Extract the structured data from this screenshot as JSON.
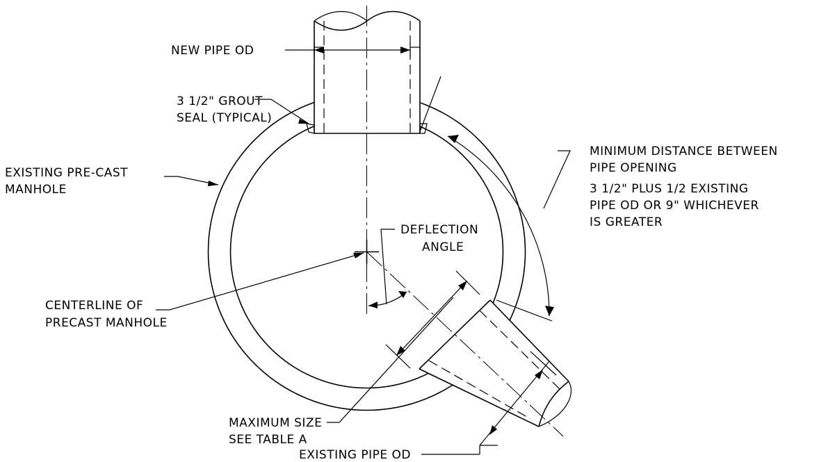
{
  "labels": {
    "new_pipe_od": "NEW PIPE OD",
    "grout_1": "3 1/2\" GROUT",
    "grout_2": "SEAL (TYPICAL)",
    "existing_1": "EXISTING PRE-CAST",
    "existing_2": "MANHOLE",
    "min_1": "MINIMUM DISTANCE BETWEEN",
    "min_2": "PIPE OPENING",
    "min_3": "3 1/2\" PLUS 1/2 EXISTING",
    "min_4": "PIPE OD OR 9\" WHICHEVER",
    "min_5": "IS GREATER",
    "deflection_1": "DEFLECTION",
    "deflection_2": "ANGLE",
    "centerline_1": "CENTERLINE OF",
    "centerline_2": "PRECAST MANHOLE",
    "max_1": "MAXIMUM SIZE",
    "max_2": "SEE TABLE A",
    "existing_pipe_od": "EXISTING PIPE OD"
  },
  "colors": {
    "line": "#000000",
    "fill": "#f7f7f7",
    "background": "#ffffff"
  }
}
